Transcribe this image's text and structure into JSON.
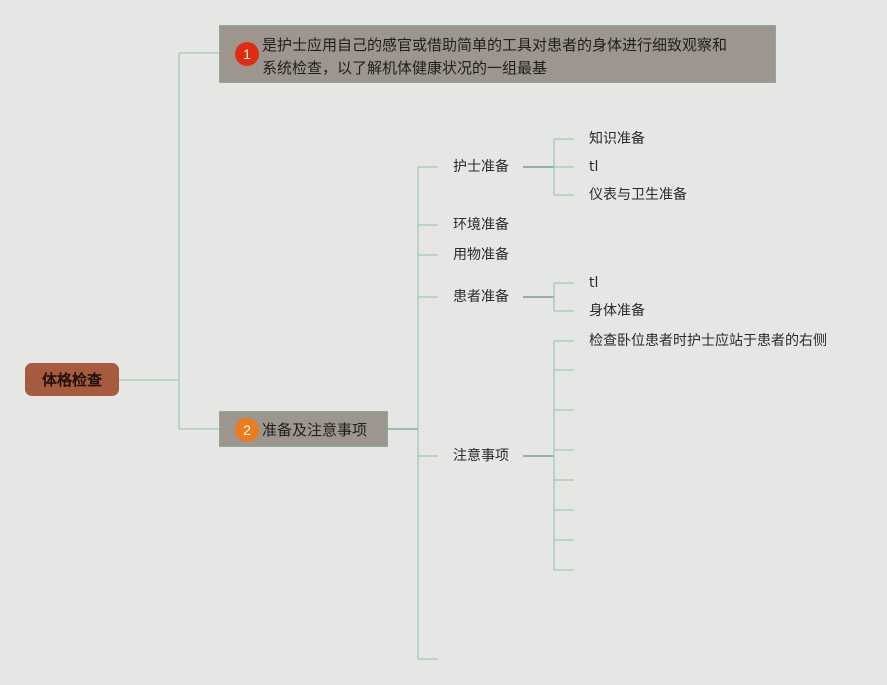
{
  "root": {
    "label": "体格检查"
  },
  "branch1": {
    "badge": "1",
    "line1": "是护士应用自己的感官或借助简单的工具对患者的身体进行细致观察和",
    "line2": "系统检查，以了解机体健康状况的一组最基"
  },
  "branch2": {
    "badge": "2",
    "label": "准备及注意事项",
    "children": {
      "nurse": {
        "label": "护士准备",
        "items": [
          "知识准备",
          "tl",
          "仪表与卫生准备"
        ]
      },
      "environment": {
        "label": "环境准备"
      },
      "supplies": {
        "label": "用物准备"
      },
      "patient": {
        "label": "患者准备",
        "items": [
          "tl",
          "身体准备"
        ]
      },
      "notes": {
        "label": "注意事项",
        "items": [
          "检查卧位患者时护士应站于患者的右侧"
        ]
      }
    }
  },
  "colors": {
    "background": "#e6e7e4",
    "root_fill": "#a65a3e",
    "branch_fill": "#9d968e",
    "badge1": "#e02d12",
    "badge2": "#ee7a1e",
    "connector_light": "#9ccab8",
    "connector_dark": "#5f8e82"
  }
}
